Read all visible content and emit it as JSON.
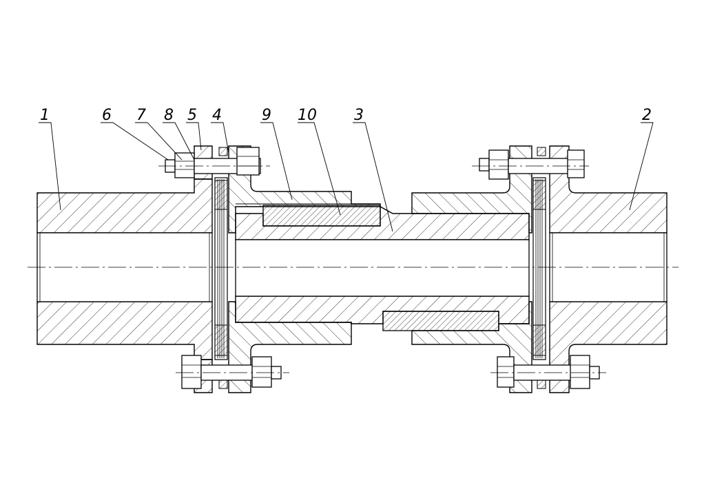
{
  "labels": [
    {
      "id": "1",
      "text": "1"
    },
    {
      "id": "6",
      "text": "6"
    },
    {
      "id": "7",
      "text": "7"
    },
    {
      "id": "8",
      "text": "8"
    },
    {
      "id": "5",
      "text": "5"
    },
    {
      "id": "4",
      "text": "4"
    },
    {
      "id": "9",
      "text": "9"
    },
    {
      "id": "10",
      "text": "10"
    },
    {
      "id": "3",
      "text": "3"
    },
    {
      "id": "2",
      "text": "2"
    }
  ]
}
